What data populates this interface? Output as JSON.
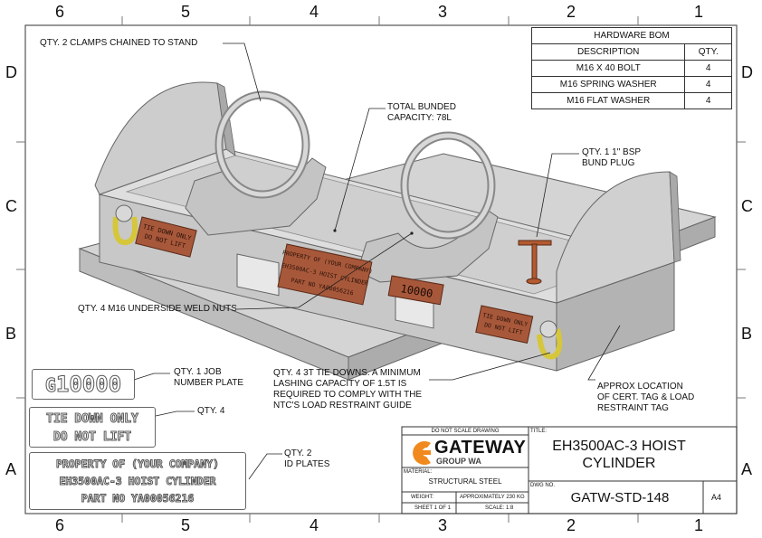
{
  "zones": {
    "cols": [
      "6",
      "5",
      "4",
      "3",
      "2",
      "1"
    ],
    "rows": [
      "D",
      "C",
      "B",
      "A"
    ]
  },
  "bom": {
    "title": "HARDWARE BOM",
    "headers": [
      "DESCRIPTION",
      "QTY."
    ],
    "rows": [
      {
        "desc": "M16 X 40 BOLT",
        "qty": "4"
      },
      {
        "desc": "M16 SPRING WASHER",
        "qty": "4"
      },
      {
        "desc": "M16 FLAT WASHER",
        "qty": "4"
      }
    ]
  },
  "callouts": {
    "clamps": "QTY. 2 CLAMPS CHAINED TO STAND",
    "bunded": "TOTAL BUNDED\nCAPACITY: 78L",
    "plug": "QTY. 1 1\" BSP\nBUND PLUG",
    "weldnuts": "QTY. 4 M16 UNDERSIDE WELD NUTS",
    "tiedowns": "QTY. 4 3T TIE DOWNS. A MINIMUM\nLASHING CAPACITY OF 1.5T IS\nREQUIRED TO COMPLY WITH THE\nNTC'S LOAD RESTRAINT GUIDE",
    "certtag": "APPROX LOCATION\nOF CERT. TAG & LOAD\nRESTRAINT TAG",
    "jobplate": "QTY. 1 JOB\nNUMBER PLATE",
    "tiedownlabel": "QTY. 4",
    "idplates": "QTY. 2\nID PLATES"
  },
  "plates": {
    "job": "10000",
    "tiedown": [
      "TIE DOWN ONLY",
      "DO NOT LIFT"
    ],
    "id": [
      "PROPERTY OF (YOUR COMPANY)",
      "EH3500AC-3 HOIST CYLINDER",
      "PART NO  YA00056216"
    ]
  },
  "model_labels": {
    "tiedown": [
      "TIE DOWN ONLY",
      "DO NOT LIFT"
    ],
    "id": [
      "PROPERTY OF (YOUR COMPANY)",
      "EH3500AC-3 HOIST CYLINDER",
      "PART NO  YA00056216"
    ],
    "job": "10000"
  },
  "titleblock": {
    "note": "DO NOT SCALE DRAWING",
    "brand": "GATEWAY",
    "brand_sub": "GROUP WA",
    "title_label": "TITLE:",
    "title": "EH3500AC-3 HOIST\nCYLINDER",
    "material_label": "MATERIAL:",
    "material": "STRUCTURAL STEEL",
    "weight_label": "WEIGHT:",
    "weight": "APPROXIMATELY 230 KG",
    "dwg_label": "DWG NO.",
    "dwg_no": "GATW-STD-148",
    "size": "A4",
    "sheet": "SHEET 1 OF 1",
    "scale": "SCALE: 1:8"
  },
  "colors": {
    "steel": "#c9c9c9",
    "steel_dark": "#9a9a9a",
    "label_plate": "#a8583a",
    "shackle": "#d6c63a",
    "brand_orange": "#f08a1e"
  }
}
